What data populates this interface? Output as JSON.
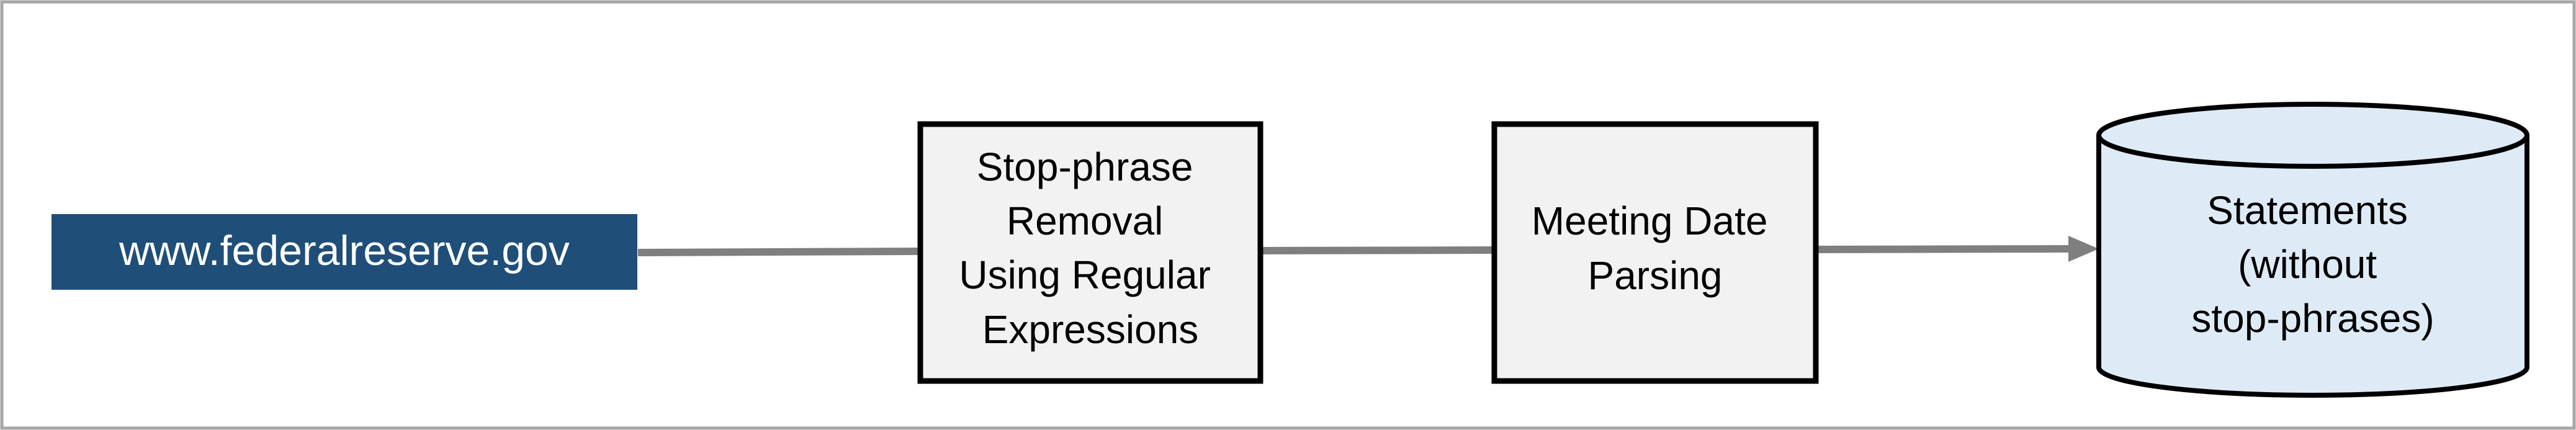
{
  "diagram": {
    "source": {
      "label": "www.federalreserve.gov",
      "fill": "#1f4e79",
      "text_color": "#ffffff"
    },
    "steps": [
      {
        "lines": [
          "Stop-phrase",
          "Removal",
          "Using Regular",
          "Expressions"
        ]
      },
      {
        "lines": [
          "Meeting Date",
          "Parsing"
        ]
      }
    ],
    "output": {
      "lines": [
        "Statements",
        "(without",
        "stop-phrases)"
      ],
      "fill": "#deebf7"
    },
    "colors": {
      "connector": "#7f7f7f",
      "box_fill": "#f2f2f2",
      "box_stroke": "#000000",
      "frame": "#a6a6a6"
    }
  }
}
